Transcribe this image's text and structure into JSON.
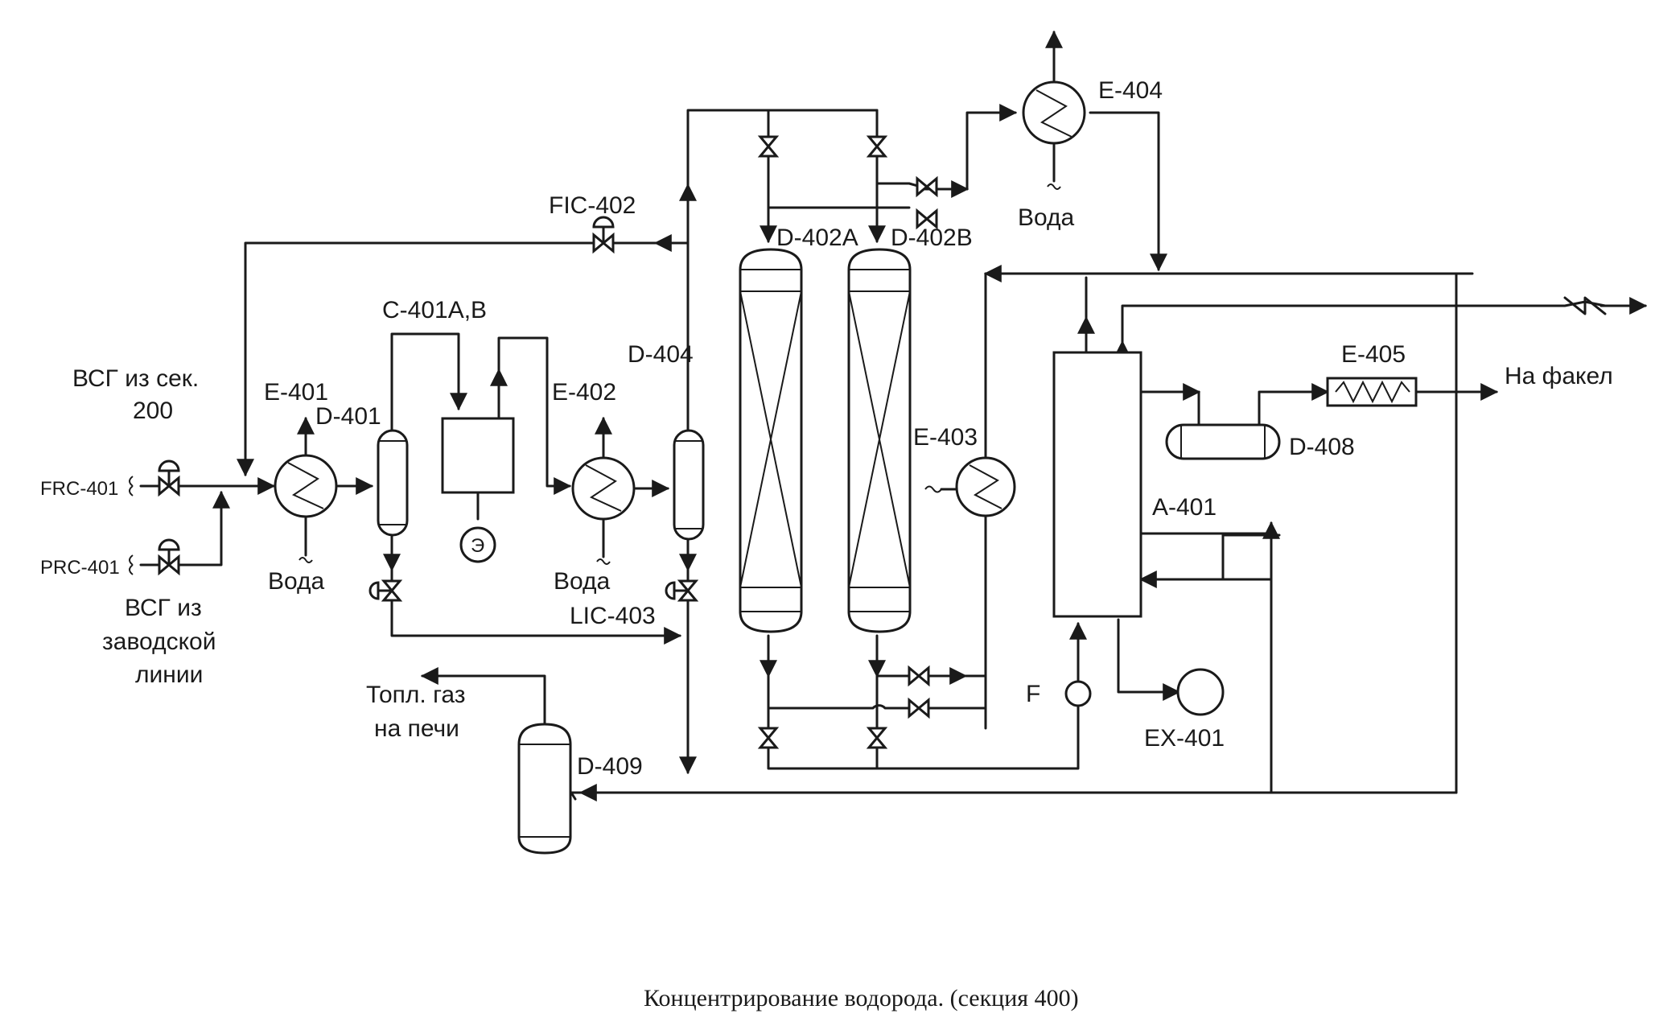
{
  "caption": "Концентрирование водорода. (секция 400)",
  "streams": {
    "vsg_section_line1": "ВСГ из сек.",
    "vsg_section_line2": "200",
    "vsg_plant_line1": "ВСГ из",
    "vsg_plant_line2": "заводской",
    "vsg_plant_line3": "линии",
    "fuel_gas_line1": "Топл. газ",
    "fuel_gas_line2": "на печи",
    "to_flare": "На факел"
  },
  "equipment": {
    "e401": "E-401",
    "d401": "D-401",
    "c401": "C-401A,B",
    "e402": "E-402",
    "d404": "D-404",
    "d402a": "D-402A",
    "d402b": "D-402B",
    "e404": "E-404",
    "e403": "E-403",
    "e405": "E-405",
    "d408": "D-408",
    "a401": "A-401",
    "ex401": "EX-401",
    "d409": "D-409",
    "motor": "Э"
  },
  "instruments": {
    "fic402": "FIC-402",
    "frc401": "FRC-401",
    "prc401": "PRC-401",
    "lic403": "LIC-403",
    "flow": "F"
  },
  "utilities": {
    "water_e401": "Вода",
    "water_e402": "Вода",
    "water_e404": "Вода"
  }
}
